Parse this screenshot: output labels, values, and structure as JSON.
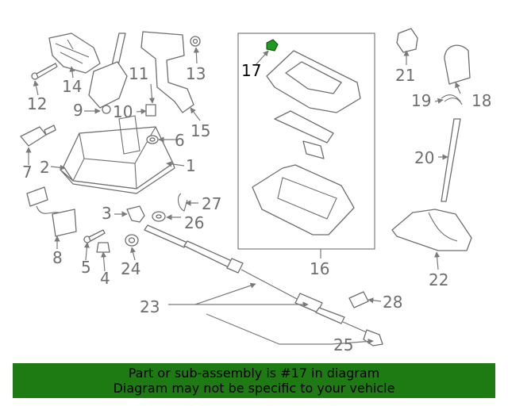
{
  "callouts": {
    "c1": "1",
    "c2": "2",
    "c3": "3",
    "c4": "4",
    "c5": "5",
    "c6": "6",
    "c7": "7",
    "c8": "8",
    "c9": "9",
    "c10": "10",
    "c11": "11",
    "c12": "12",
    "c13": "13",
    "c14": "14",
    "c15": "15",
    "c16": "16",
    "c17": "17",
    "c18": "18",
    "c19": "19",
    "c20": "20",
    "c21": "21",
    "c22": "22",
    "c23": "23",
    "c24": "24",
    "c25": "25",
    "c26": "26",
    "c27": "27",
    "c28": "28"
  },
  "highlight": {
    "part": "17",
    "color": "#1e9a1e"
  },
  "banner": {
    "line1": "Part or sub-assembly is #17 in diagram",
    "line2": "Diagram may not be specific to your vehicle",
    "background": "#1e7a12"
  }
}
